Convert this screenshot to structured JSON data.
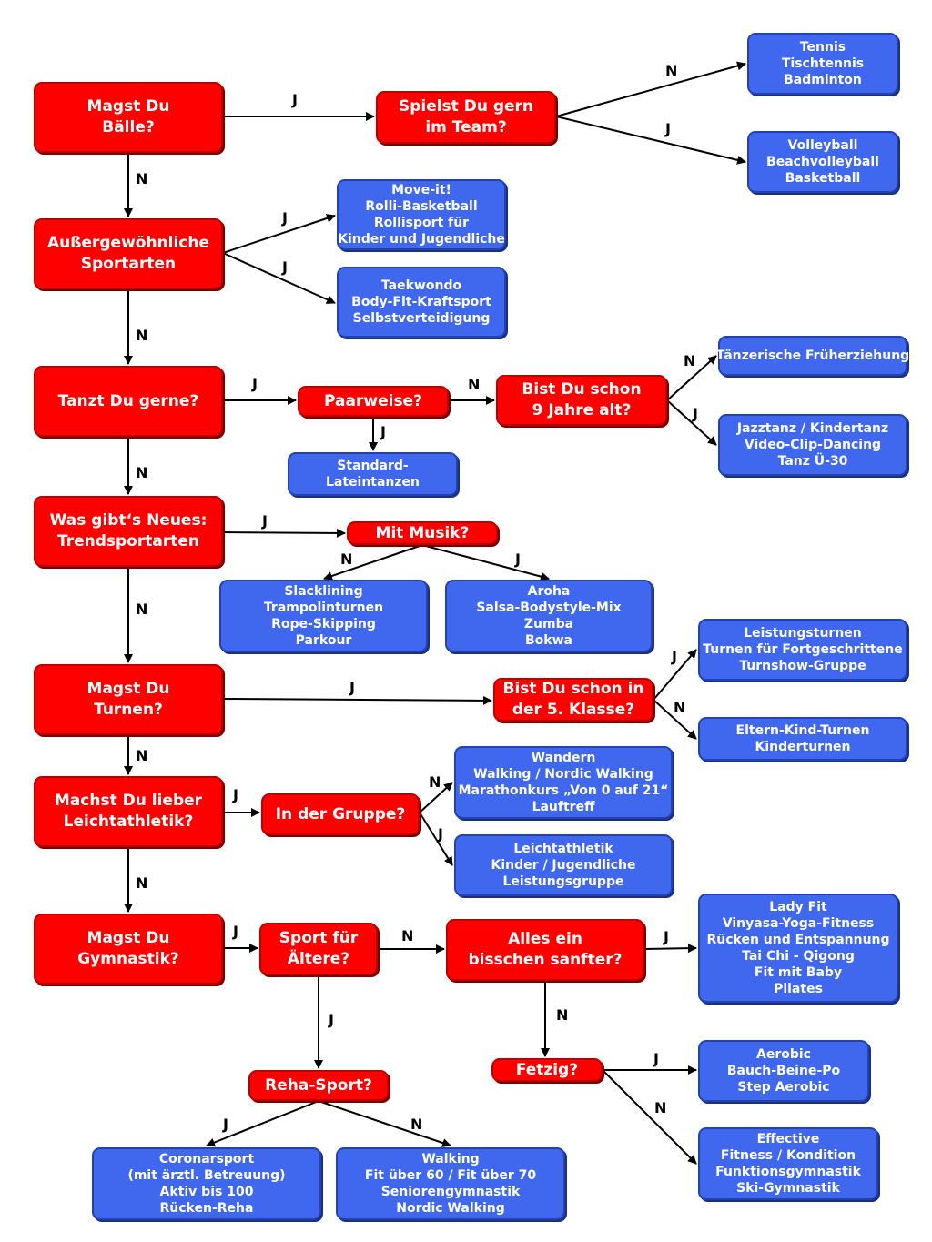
{
  "questions": {
    "baelle": [
      "Magst Du",
      "Bälle?"
    ],
    "team": [
      "Spielst Du gern",
      "im Team?"
    ],
    "aussergewoehnlich": [
      "Außergewöhnliche",
      "Sportarten"
    ],
    "tanzen": [
      "Tanzt Du gerne?"
    ],
    "paarweise": [
      "Paarweise?"
    ],
    "neun_jahre": [
      "Bist Du schon",
      "9 Jahre alt?"
    ],
    "trend": [
      "Was gibt‘s Neues:",
      "Trendsportarten"
    ],
    "musik": [
      "Mit Musik?"
    ],
    "turnen": [
      "Magst Du",
      "Turnen?"
    ],
    "klasse": [
      "Bist Du schon in",
      "der 5. Klasse?"
    ],
    "leichtathletik": [
      "Machst Du lieber",
      "Leichtathletik?"
    ],
    "gruppe": [
      "In der Gruppe?"
    ],
    "gymnastik": [
      "Magst Du",
      "Gymnastik?"
    ],
    "aeltere": [
      "Sport für",
      "Ältere?"
    ],
    "sanfter": [
      "Alles ein",
      "bisschen sanfter?"
    ],
    "reha": [
      "Reha-Sport?"
    ],
    "fetzig": [
      "Fetzig?"
    ]
  },
  "results": {
    "tennis": [
      "Tennis",
      "Tischtennis",
      "Badminton"
    ],
    "volleyball": [
      "Volleyball",
      "Beachvolleyball",
      "Basketball"
    ],
    "moveit": [
      "Move-it!",
      "Rolli-Basketball",
      "Rollisport für",
      "Kinder und Jugendliche"
    ],
    "taekwondo": [
      "Taekwondo",
      "Body-Fit-Kraftsport",
      "Selbstverteidigung"
    ],
    "fruehe": [
      "Tänzerische Früherziehung"
    ],
    "jazztanz": [
      "Jazztanz / Kindertanz",
      "Video-Clip-Dancing",
      "Tanz Ü-30"
    ],
    "standard": [
      "Standard-",
      "Lateintanzen"
    ],
    "slackline": [
      "Slacklining",
      "Trampolinturnen",
      "Rope-Skipping",
      "Parkour"
    ],
    "aroha": [
      "Aroha",
      "Salsa-Bodystyle-Mix",
      "Zumba",
      "Bokwa"
    ],
    "leistungsturnen": [
      "Leistungsturnen",
      "Turnen für Fortgeschrittene",
      "Turnshow-Gruppe"
    ],
    "eltern": [
      "Eltern-Kind-Turnen",
      "Kinderturnen"
    ],
    "wandern": [
      "Wandern",
      "Walking / Nordic Walking",
      "Marathonkurs „Von 0 auf 21“",
      "Lauftreff"
    ],
    "la_gruppe": [
      "Leichtathletik",
      "Kinder / Jugendliche",
      "Leistungsgruppe"
    ],
    "ladyfit": [
      "Lady Fit",
      "Vinyasa-Yoga-Fitness",
      "Rücken und Entspannung",
      "Tai Chi - Qigong",
      "Fit mit Baby",
      "Pilates"
    ],
    "aerobic": [
      "Aerobic",
      "Bauch-Beine-Po",
      "Step Aerobic"
    ],
    "effective": [
      "Effective",
      "Fitness / Kondition",
      "Funktionsgymnastik",
      "Ski-Gymnastik"
    ],
    "coronar": [
      "Coronarsport",
      "(mit ärztl. Betreuung)",
      "Aktiv bis 100",
      "Rücken-Reha"
    ],
    "walking": [
      "Walking",
      "Fit über 60 / Fit über 70",
      "Seniorengymnastik",
      "Nordic Walking"
    ]
  },
  "edge_labels": {
    "yes": "J",
    "no": "N"
  },
  "colors": {
    "question_fill": "#ff0000",
    "result_fill": "#3f68ef",
    "arrow": "#000000"
  }
}
